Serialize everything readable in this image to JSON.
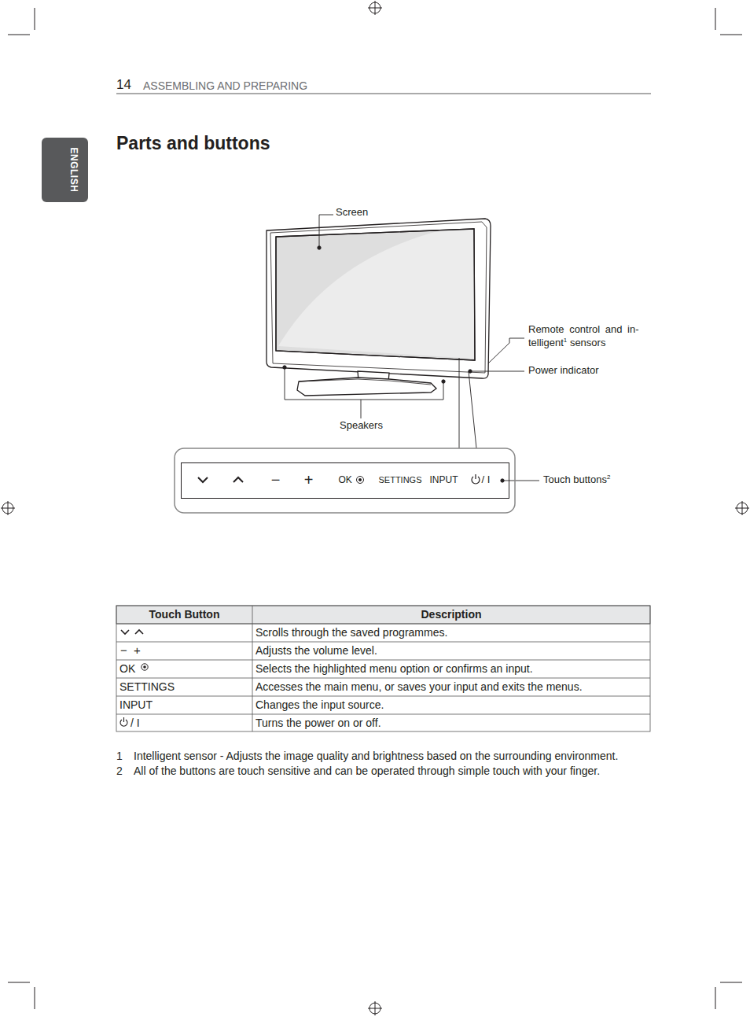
{
  "diagram": {
    "title": "Parts and buttons",
    "nodes": [
      {
        "text": [
          "ENGLISH"
        ]
      },
      {
        "text": [
          "−",
          "+",
          "OK",
          "SETTINGS",
          "INPUT",
          "/ I"
        ]
      }
    ],
    "labels": [
      "14",
      "ASSEMBLING AND PREPARING",
      "Screen",
      "Remote control and in-",
      "telligent",
      "1",
      "sensors",
      "Power indicator",
      "Speakers",
      "Touch buttons",
      "2",
      "Touch Button",
      "Description",
      "Scrolls through the saved programmes.",
      "− +",
      "Adjusts the volume level.",
      "OK",
      "Selects the highlighted menu option or confirms an input.",
      "SETTINGS",
      "Accesses the main menu, or saves your input and exits the menus.",
      "INPUT",
      "Changes the input source.",
      "/ I",
      "Turns the power on or off.",
      "1",
      "Intelligent sensor - Adjusts the image quality and brightness based on the surrounding environment.",
      "2",
      "All of the buttons are touch sensitive and can be operated through simple touch with your finger."
    ]
  }
}
